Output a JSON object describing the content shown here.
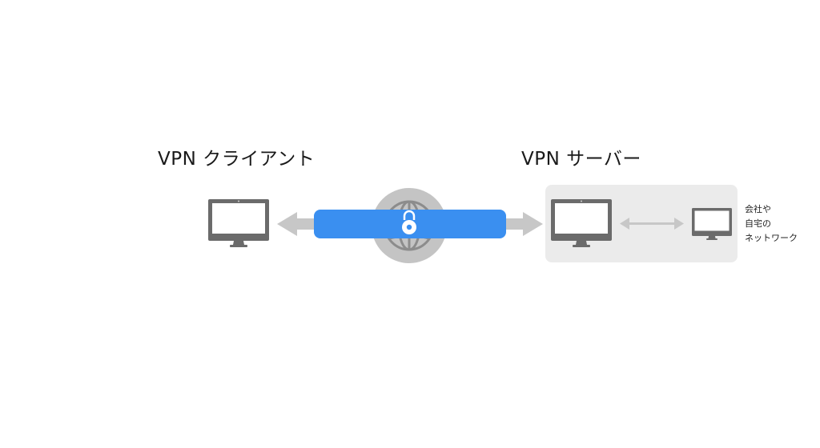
{
  "client": {
    "title": "VPN クライアント"
  },
  "server": {
    "title": "VPN サーバー"
  },
  "network_note": {
    "line1": "会社や",
    "line2": "自宅の",
    "line3": "ネットワーク"
  },
  "colors": {
    "tunnel": "#3a8ff0",
    "arrow": "#c7c7c7",
    "monitor": "#6b6b6b",
    "globe_bg": "#c4c4c4",
    "globe_lines": "#8c8c8c",
    "server_panel": "#ebebeb",
    "lock": "#ffffff"
  },
  "icons": [
    "desktop-monitor-icon",
    "globe-icon",
    "padlock-icon",
    "arrow-left-icon",
    "arrow-right-icon",
    "double-arrow-icon"
  ]
}
